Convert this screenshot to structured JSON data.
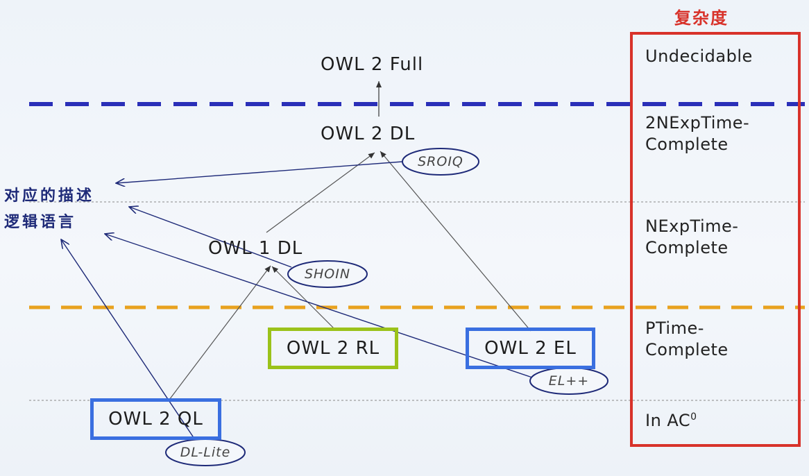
{
  "complexity": {
    "title": "复杂度",
    "levels": [
      {
        "lines": [
          "Undecidable"
        ]
      },
      {
        "lines": [
          "2NExpTime-",
          "Complete"
        ]
      },
      {
        "lines": [
          "NExpTime-",
          "Complete"
        ]
      },
      {
        "lines": [
          "PTime-",
          "Complete"
        ]
      },
      {
        "lines": [
          "In AC",
          "0"
        ]
      }
    ]
  },
  "languages": {
    "owl2_full": "OWL 2 Full",
    "owl2_dl": "OWL 2 DL",
    "owl1_dl": "OWL 1 DL",
    "owl2_rl": "OWL 2 RL",
    "owl2_el": "OWL 2 EL",
    "owl2_ql": "OWL 2 QL"
  },
  "description_logics": {
    "sroiq": "SROIQ",
    "shoin": "SHOIN",
    "el_pp": "EL++",
    "dl_lite": "DL-Lite"
  },
  "annotation": {
    "line1": "对应的描述",
    "line2": "逻辑语言"
  },
  "colors": {
    "undecidable_boundary": "#2a2fb8",
    "ptime_boundary": "#e8a21f",
    "complexity_frame": "#d8322a",
    "box_blue": "#3a6fe0",
    "box_green": "#9bc21a",
    "arrow_dark_blue": "#1e2a78",
    "arrow_gray": "#555555"
  }
}
